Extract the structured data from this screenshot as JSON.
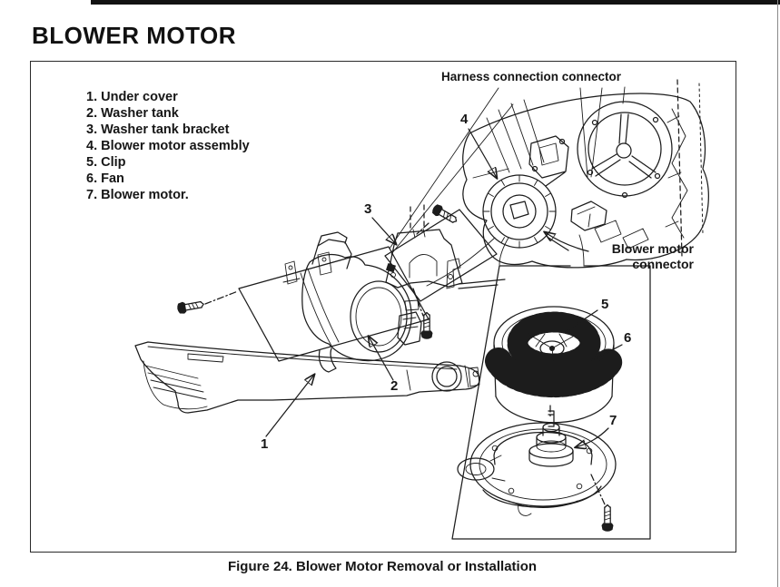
{
  "page": {
    "title": "BLOWER MOTOR",
    "caption": "Figure 24. Blower Motor Removal or Installation"
  },
  "parts_list": {
    "items": [
      "1. Under cover",
      "2. Washer tank",
      "3. Washer tank bracket",
      "4. Blower motor assembly",
      "5. Clip",
      "6. Fan",
      "7. Blower motor."
    ]
  },
  "diagram": {
    "labels": {
      "harness_connector": "Harness connection connector",
      "blower_motor_connector_line1": "Blower motor",
      "blower_motor_connector_line2": "connector"
    },
    "callouts": [
      "1",
      "2",
      "3",
      "4",
      "5",
      "6",
      "7"
    ],
    "colors": {
      "ink": "#1c1c1c",
      "paper": "#ffffff"
    }
  }
}
